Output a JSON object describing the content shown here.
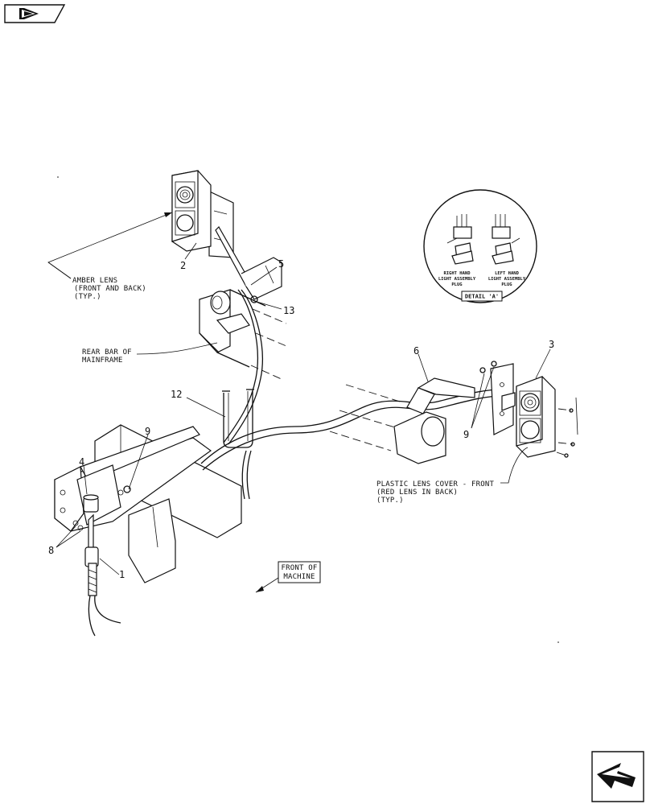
{
  "navigation": {
    "previous_icon": "arrow-back-icon",
    "next_icon": "arrow-next-icon"
  },
  "callouts": {
    "amber_lens": [
      "AMBER LENS",
      "(FRONT AND BACK)",
      "(TYP.)"
    ],
    "rear_bar": [
      "REAR BAR OF",
      "MAINFRAME"
    ],
    "plastic_lens": [
      "PLASTIC LENS COVER - FRONT",
      "(RED LENS IN BACK)",
      "(TYP.)"
    ],
    "front_of_machine": [
      "FRONT OF",
      "MACHINE"
    ]
  },
  "detail_a": {
    "title": "DETAIL 'A'",
    "right_plug": [
      "RIGHT HAND",
      "LIGHT ASSEMBLY",
      "PLUG"
    ],
    "left_plug": [
      "LEFT HAND",
      "LIGHT ASSEMBLY",
      "PLUG"
    ]
  },
  "part_numbers": {
    "p1": "1",
    "p2": "2",
    "p3": "3",
    "p4": "4",
    "p5": "5",
    "p6": "6",
    "p8": "8",
    "p9a": "9",
    "p9b": "9",
    "p12": "12",
    "p13": "13"
  }
}
